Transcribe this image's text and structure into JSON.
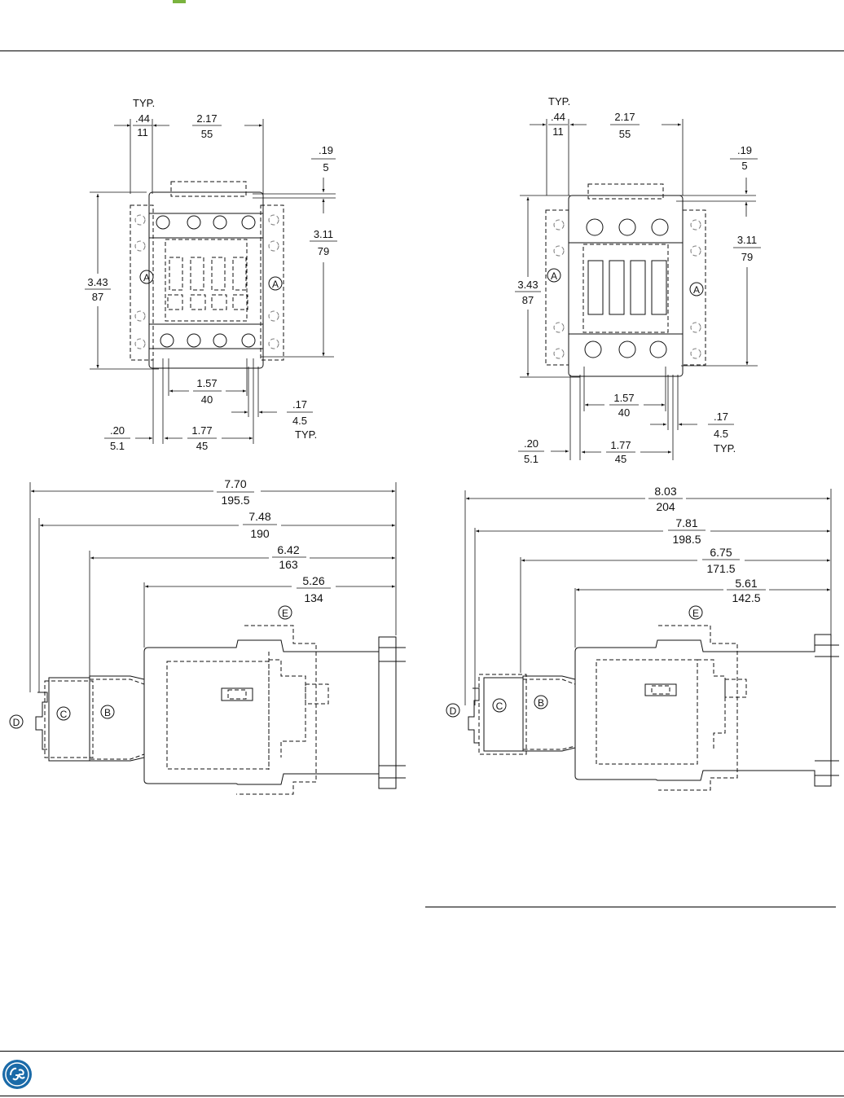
{
  "colors": {
    "accent": "#7ab33e",
    "ink": "#111111",
    "hidden_line": "#777777",
    "logo": "#1a6aa8"
  },
  "logo_icon": "ge-monogram-icon",
  "left_top": {
    "typ": "TYP.",
    "d_44": ".44",
    "d_11": "11",
    "d_217": "2.17",
    "d_55": "55",
    "d_19": ".19",
    "d_5": "5",
    "d_311": "3.11",
    "d_79": "79",
    "d_343": "3.43",
    "d_87": "87",
    "d_157": "1.57",
    "d_40": "40",
    "d_17": ".17",
    "d_45b": "4.5",
    "typ2": "TYP.",
    "d_20": ".20",
    "d_51": "5.1",
    "d_177": "1.77",
    "d_45": "45",
    "callout_a": "A"
  },
  "right_top": {
    "typ": "TYP.",
    "d_44": ".44",
    "d_11": "11",
    "d_217": "2.17",
    "d_55": "55",
    "d_19": ".19",
    "d_5": "5",
    "d_311": "3.11",
    "d_79": "79",
    "d_343": "3.43",
    "d_87": "87",
    "d_157": "1.57",
    "d_40": "40",
    "d_17": ".17",
    "d_45b": "4.5",
    "typ2": "TYP.",
    "d_20": ".20",
    "d_51": "5.1",
    "d_177": "1.77",
    "d_45": "45",
    "callout_a": "A"
  },
  "left_side": {
    "dims": [
      {
        "top": "7.70",
        "bottom": "195.5"
      },
      {
        "top": "7.48",
        "bottom": "190"
      },
      {
        "top": "6.42",
        "bottom": "163"
      },
      {
        "top": "5.26",
        "bottom": "134"
      }
    ],
    "callouts": {
      "b": "B",
      "c": "C",
      "d": "D",
      "e": "E"
    }
  },
  "right_side": {
    "dims": [
      {
        "top": "8.03",
        "bottom": "204"
      },
      {
        "top": "7.81",
        "bottom": "198.5"
      },
      {
        "top": "6.75",
        "bottom": "171.5"
      },
      {
        "top": "5.61",
        "bottom": "142.5"
      }
    ],
    "callouts": {
      "b": "B",
      "c": "C",
      "d": "D",
      "e": "E"
    }
  }
}
